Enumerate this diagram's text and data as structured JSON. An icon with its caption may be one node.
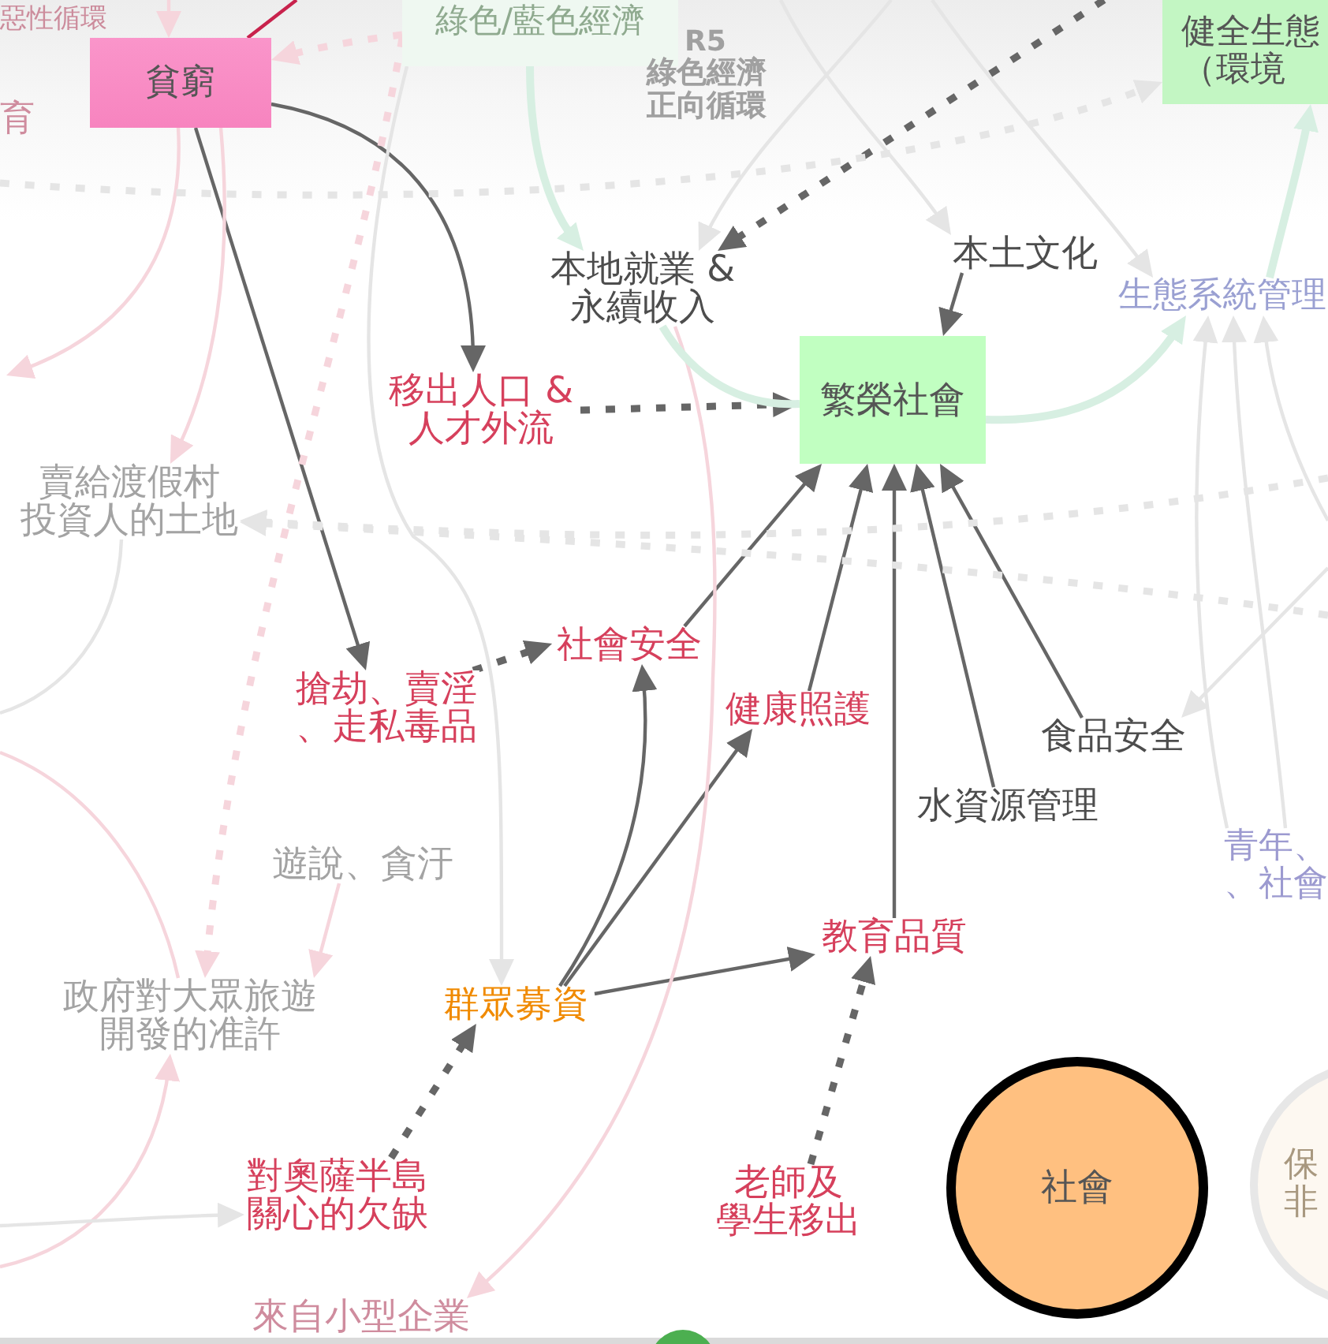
{
  "diagram": {
    "nodes": [
      {
        "text": [
          "綠色/藍色經濟"
        ]
      },
      {
        "text": [
          "健全生態（環境"
        ]
      },
      {
        "text": [
          "貧窮"
        ]
      },
      {
        "text": [
          "本地就業 & 永續收入"
        ]
      },
      {
        "text": [
          "本土文化"
        ]
      },
      {
        "text": [
          "生態系統管理"
        ]
      },
      {
        "text": [
          "繁榮社會"
        ]
      },
      {
        "text": [
          "移出人口 & 人才外流"
        ]
      },
      {
        "text": [
          "賣給渡假村投資人的土地"
        ]
      },
      {
        "text": [
          "社會安全"
        ]
      },
      {
        "text": [
          "搶劫、賣淫、走私毒品"
        ]
      },
      {
        "text": [
          "健康照護"
        ]
      },
      {
        "text": [
          "食品安全"
        ]
      },
      {
        "text": [
          "水資源管理"
        ]
      },
      {
        "text": [
          "青年、、社會"
        ]
      },
      {
        "text": [
          "遊說、貪汙"
        ]
      },
      {
        "text": [
          "教育品質"
        ]
      },
      {
        "text": [
          "群眾募資"
        ]
      },
      {
        "text": [
          "政府對大眾旅遊開發的准許"
        ]
      },
      {
        "text": [
          "對奧薩半島關心的欠缺"
        ]
      },
      {
        "text": [
          "老師及學生移出"
        ]
      },
      {
        "text": [
          "社會"
        ]
      },
      {
        "text": [
          "保非"
        ]
      },
      {
        "text": [
          "來自小型企業"
        ]
      }
    ],
    "edges": [
      {
        "from": null,
        "to": 2,
        "arrow": "none",
        "color": "#c8224c"
      },
      {
        "from": 2,
        "to": 7,
        "arrow": "to"
      },
      {
        "from": 2,
        "to": 10,
        "arrow": "to"
      },
      {
        "from": null,
        "to": 3,
        "arrow": "to",
        "style": "dashed"
      },
      {
        "from": 4,
        "to": 6,
        "arrow": "to"
      },
      {
        "from": 7,
        "to": 6,
        "arrow": "to",
        "style": "dashed"
      },
      {
        "from": 10,
        "to": 9,
        "arrow": "to",
        "style": "dashed"
      },
      {
        "from": 9,
        "to": 6,
        "arrow": "to"
      },
      {
        "from": 11,
        "to": 6,
        "arrow": "to"
      },
      {
        "from": 16,
        "to": 6,
        "arrow": "to"
      },
      {
        "from": 13,
        "to": 6,
        "arrow": "to"
      },
      {
        "from": 12,
        "to": 6,
        "arrow": "to"
      },
      {
        "from": 17,
        "to": 9,
        "arrow": "to"
      },
      {
        "from": 17,
        "to": 11,
        "arrow": "to"
      },
      {
        "from": 17,
        "to": 16,
        "arrow": "to"
      },
      {
        "from": 19,
        "to": 17,
        "arrow": "to",
        "style": "dashed"
      },
      {
        "from": 20,
        "to": 16,
        "arrow": "to",
        "style": "dashed"
      },
      {
        "from": null,
        "to": 2,
        "arrow": "to",
        "color": "#f6d5dc"
      },
      {
        "from": 0,
        "to": 2,
        "arrow": "to",
        "style": "dashed",
        "color": "#f6d5dc"
      },
      {
        "from": 2,
        "to": null,
        "arrow": "to",
        "color": "#f6d5dc"
      },
      {
        "from": 2,
        "to": 8,
        "arrow": "to",
        "color": "#f6d5dc"
      },
      {
        "from": null,
        "to": 8,
        "arrow": "to",
        "style": "dashed",
        "color": "#e5e5e5"
      },
      {
        "from": null,
        "to": 8,
        "arrow": "to",
        "style": "dashed",
        "color": "#e5e5e5"
      },
      {
        "from": 8,
        "to": null,
        "arrow": "none",
        "color": "#e5e5e5"
      },
      {
        "from": 0,
        "to": 18,
        "arrow": "to",
        "style": "dashed",
        "color": "#f6d5dc"
      },
      {
        "from": 15,
        "to": 18,
        "arrow": "to",
        "color": "#f6d5dc"
      },
      {
        "from": null,
        "to": 18,
        "arrow": "to",
        "color": "#f6d5dc"
      },
      {
        "from": null,
        "to": 18,
        "arrow": "none",
        "color": "#f6d5dc"
      },
      {
        "from": null,
        "to": 19,
        "arrow": "to",
        "color": "#e5e5e5"
      },
      {
        "from": 0,
        "to": 17,
        "arrow": "to",
        "color": "#e5e5e5"
      },
      {
        "from": 3,
        "to": 23,
        "arrow": "to",
        "color": "#f6d5dc"
      },
      {
        "from": 0,
        "to": 3,
        "arrow": "to",
        "style": "thick",
        "color": "#d7efe2"
      },
      {
        "from": 3,
        "to": 6,
        "arrow": "none",
        "style": "thick",
        "color": "#d7efe2"
      },
      {
        "from": 6,
        "to": 5,
        "arrow": "to",
        "style": "thick",
        "color": "#d7efe2"
      },
      {
        "from": 5,
        "to": 1,
        "arrow": "to",
        "style": "thick",
        "color": "#d7efe2"
      },
      {
        "from": null,
        "to": 4,
        "arrow": "to",
        "color": "#e5e5e5"
      },
      {
        "from": null,
        "to": 5,
        "arrow": "to",
        "color": "#e5e5e5"
      },
      {
        "from": null,
        "to": 3,
        "arrow": "to",
        "color": "#e5e5e5"
      },
      {
        "from": null,
        "to": 1,
        "arrow": "to",
        "style": "dashed",
        "color": "#e5e5e5"
      },
      {
        "from": 14,
        "to": 5,
        "arrow": "to",
        "color": "#e5e5e5"
      },
      {
        "from": 14,
        "to": 5,
        "arrow": "to",
        "color": "#e5e5e5"
      },
      {
        "from": null,
        "to": 5,
        "arrow": "to",
        "color": "#e5e5e5"
      },
      {
        "from": null,
        "to": 12,
        "arrow": "to",
        "color": "#e5e5e5"
      }
    ],
    "labels": [
      "惡性循環",
      "R5",
      "綠色經濟正向循環",
      "育"
    ]
  }
}
